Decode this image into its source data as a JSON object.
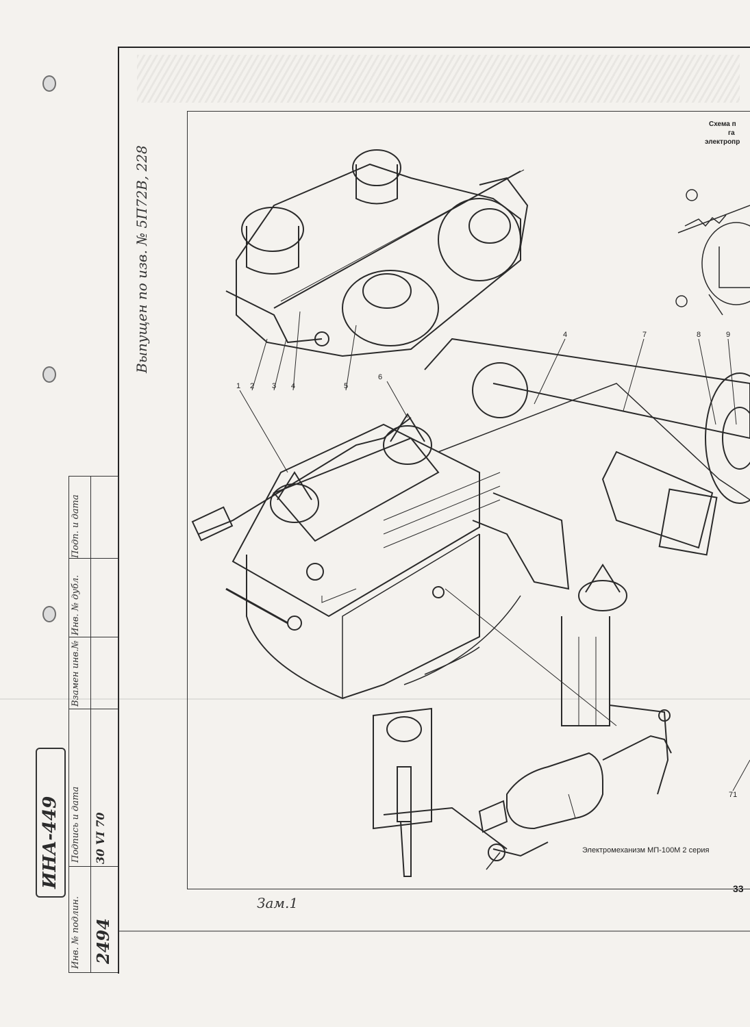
{
  "issued_note": "Выпущен по изв. № 5П72В, 228",
  "scheme_caption": [
    "Схема п",
    "га",
    "электропр"
  ],
  "callouts": {
    "c1": "1",
    "c2": "2",
    "c3": "3",
    "c4a": "4",
    "c5": "5",
    "c6": "6",
    "c4b": "4",
    "c7": "7",
    "c8": "8",
    "c9": "9",
    "c71": "71"
  },
  "mechanism_label": "Электромеханизм МП-100М 2 серия",
  "change_note": "Зам.1",
  "page_number": "33",
  "title_block": {
    "inv_orig_label": "Инв. № подлин.",
    "inv_orig_value": "2494",
    "sign_date_label": "Подпись и дата",
    "sign_date_value": "30 VI 70",
    "replaced_inv_label": "Взамен инв.№",
    "dup_inv_label": "Инв. № дубл.",
    "sign2_label": "Подп. и дата"
  },
  "archive_stamp": "ИНА-449"
}
